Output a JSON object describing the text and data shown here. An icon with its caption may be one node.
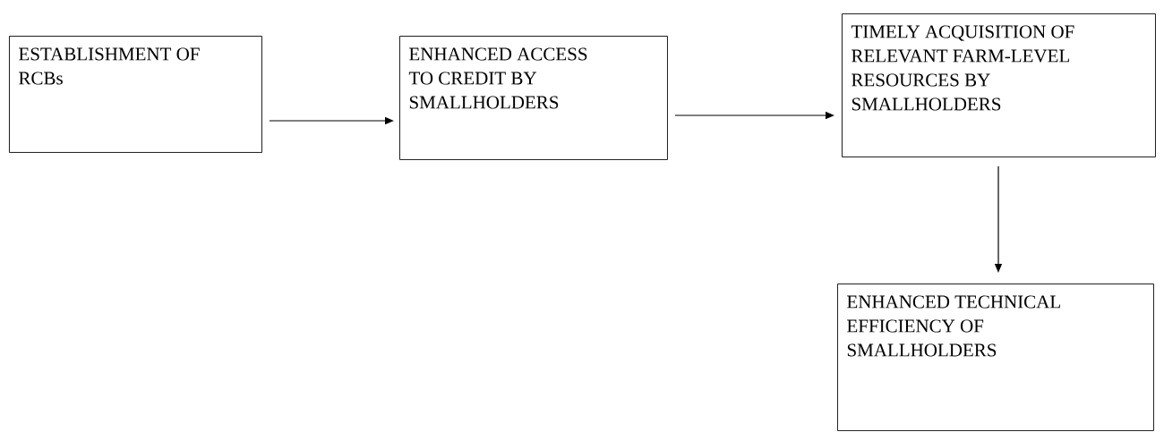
{
  "diagram": {
    "nodes": [
      {
        "text": [
          "ESTABLISHMENT OF RCBs"
        ]
      },
      {
        "text": [
          "ENHANCED ACCESS TO CREDIT BY SMALLHOLDERS"
        ]
      },
      {
        "text": [
          "TIMELY ACQUISITION OF RELEVANT FARM-LEVEL RESOURCES BY SMALLHOLDERS"
        ]
      },
      {
        "text": [
          "ENHANCED TECHNICAL EFFICIENCY OF SMALLHOLDERS"
        ]
      }
    ],
    "edges": [
      {
        "from": 0,
        "to": 1,
        "arrow": "to"
      },
      {
        "from": 1,
        "to": 2,
        "arrow": "to"
      },
      {
        "from": 2,
        "to": 3,
        "arrow": "to"
      }
    ]
  }
}
